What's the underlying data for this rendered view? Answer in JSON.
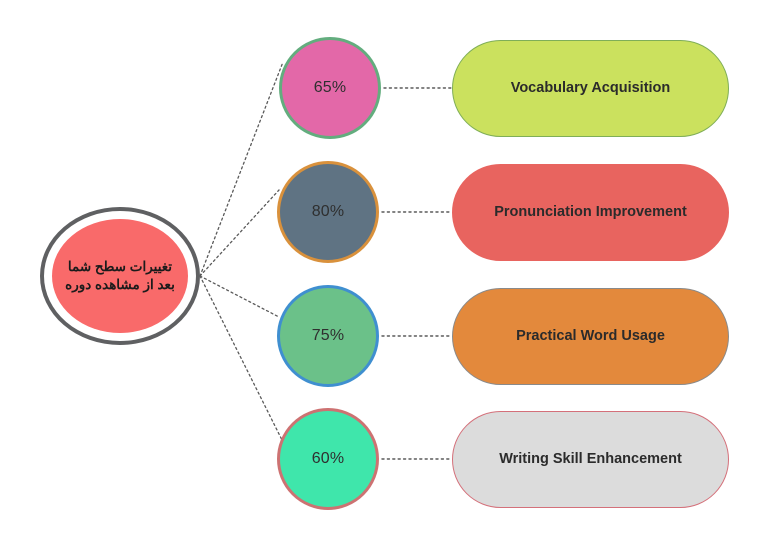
{
  "diagram": {
    "type": "radial-mindmap",
    "center": {
      "label": "تغییرات سطح شما بعد از مشاهده دوره",
      "line1": "تغییرات سطح شما",
      "line2": "بعد از مشاهده دوره",
      "fill": "#f96a6a",
      "ring": "#5f6062"
    },
    "branches": [
      {
        "percent": "65%",
        "value": 65,
        "circle_fill": "#e368a8",
        "circle_stroke": "#63ad7e",
        "label": "Vocabulary Acquisition",
        "pill_fill": "#cbe15e",
        "pill_stroke": "#7fae57"
      },
      {
        "percent": "80%",
        "value": 80,
        "circle_fill": "#5f7383",
        "circle_stroke": "#d9913c",
        "label": "Pronunciation Improvement",
        "pill_fill": "#e8645f",
        "pill_stroke": "#e8645f"
      },
      {
        "percent": "75%",
        "value": 75,
        "circle_fill": "#6bc189",
        "circle_stroke": "#3f8fd0",
        "label": "Practical Word Usage",
        "pill_fill": "#e3893c",
        "pill_stroke": "#8a8a8a"
      },
      {
        "percent": "60%",
        "value": 60,
        "circle_fill": "#3fe6ab",
        "circle_stroke": "#cd7272",
        "label": "Writing Skill Enhancement",
        "pill_fill": "#dcdcdc",
        "pill_stroke": "#d4707a"
      }
    ],
    "connector": {
      "style": "dotted",
      "color": "#5a5a5a"
    }
  }
}
